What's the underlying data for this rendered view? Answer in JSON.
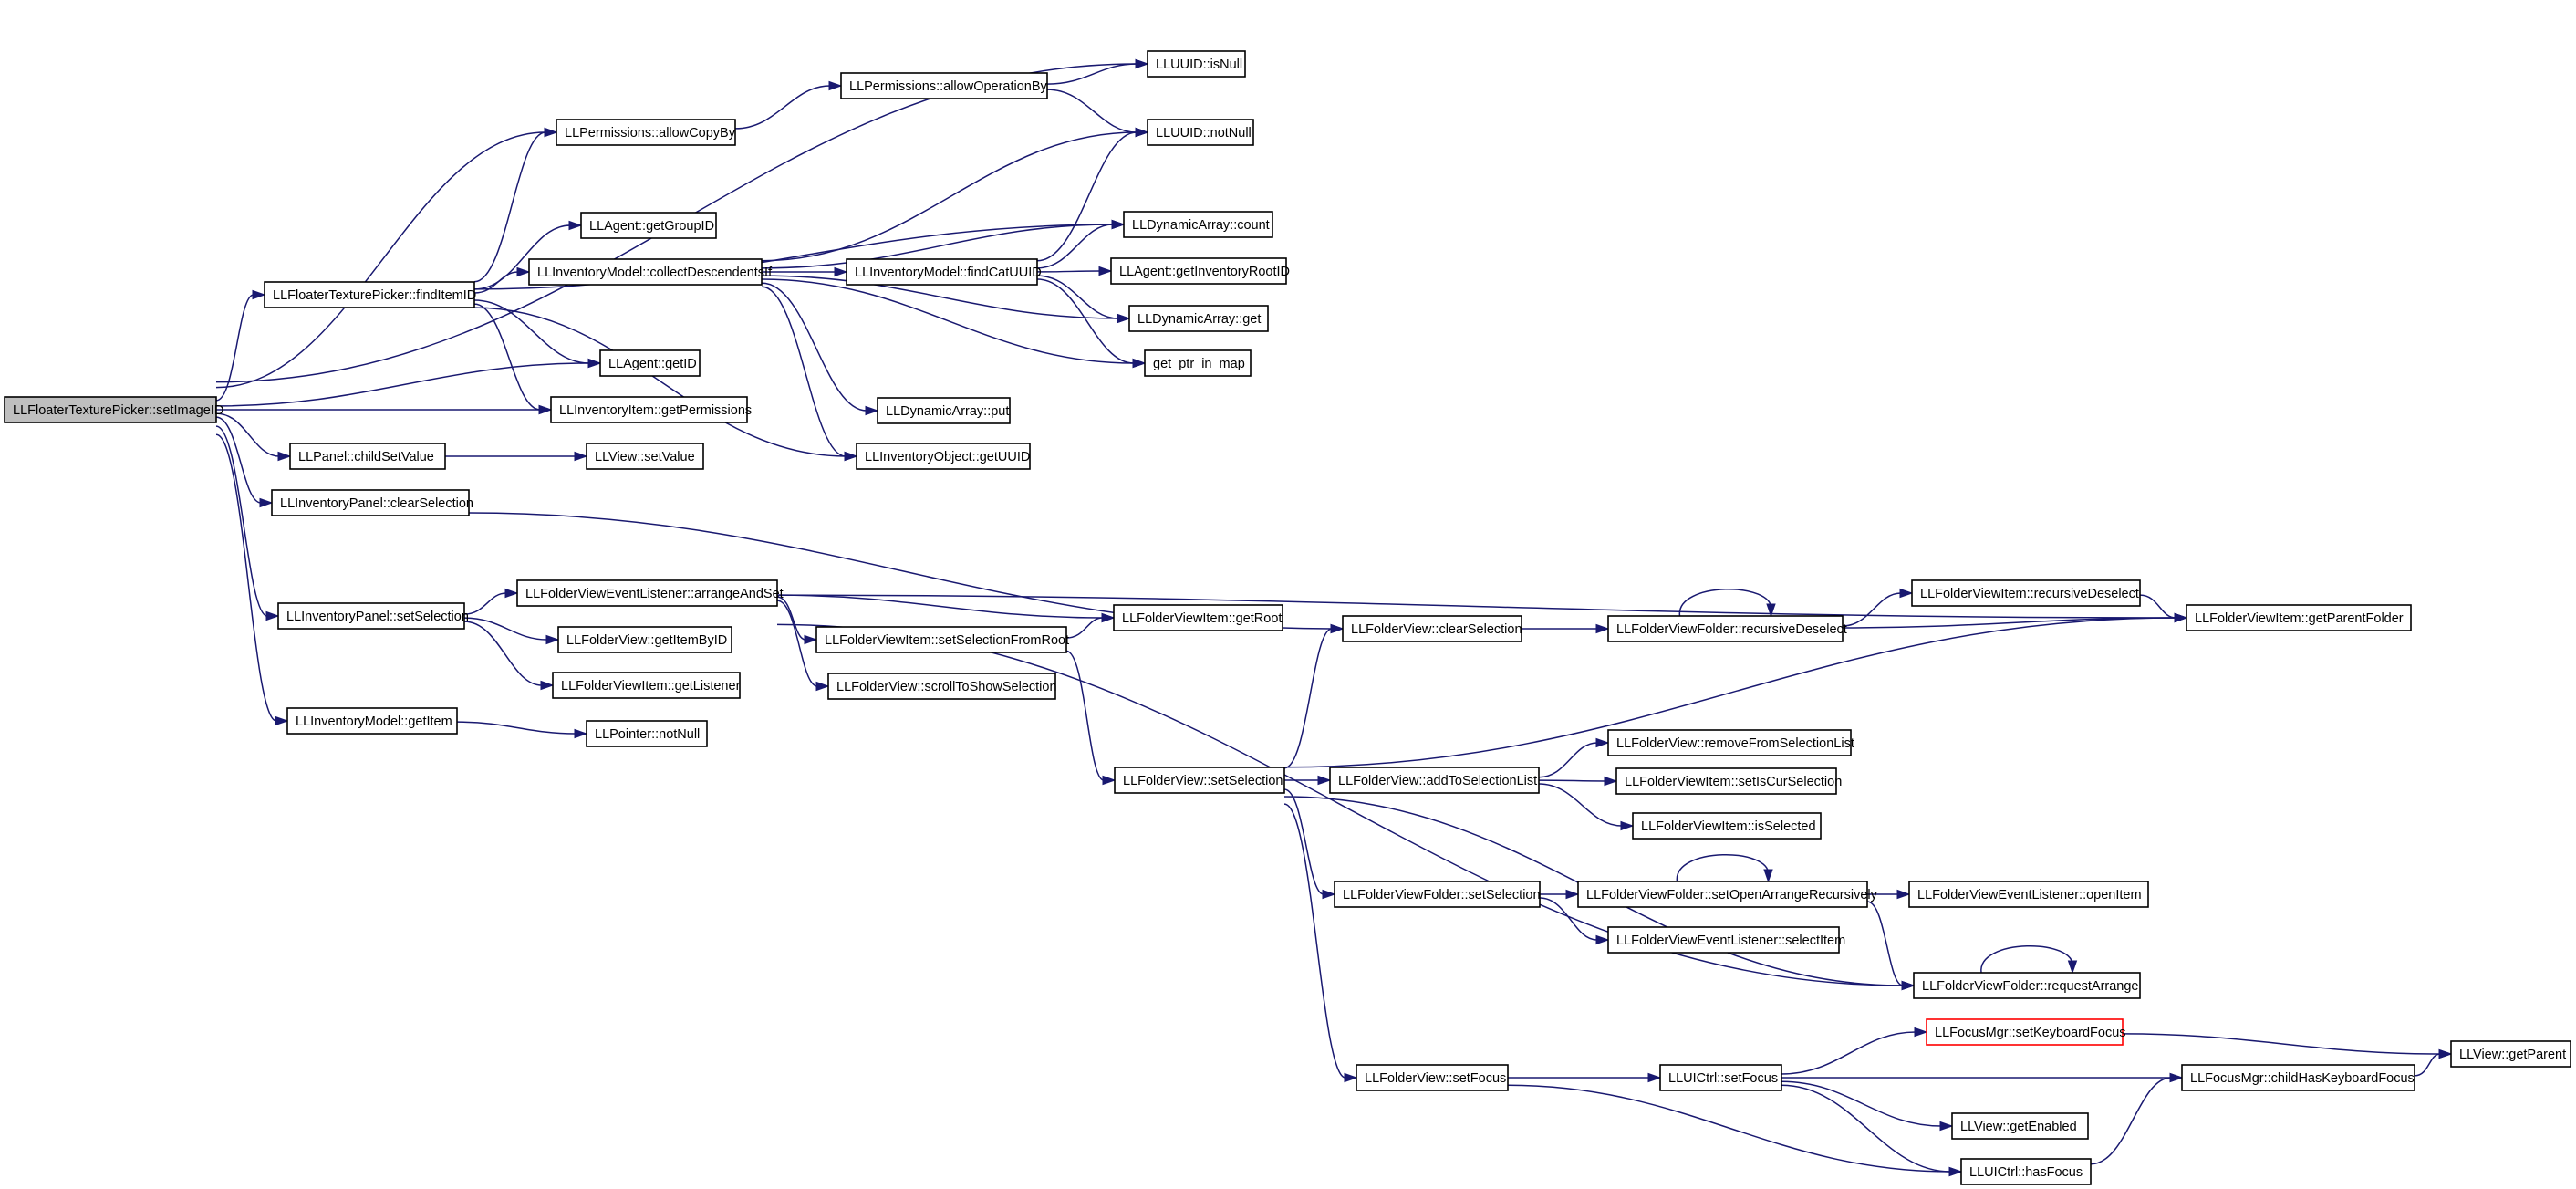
{
  "graph": {
    "edge_color": "#191970",
    "root_fill": "#bfbfbf",
    "highlight_stroke": "#ff0000",
    "nodes": [
      {
        "id": "setImageID",
        "label": "LLFloaterTexturePicker::setImageID",
        "root": true
      },
      {
        "id": "isNull",
        "label": "LLUUID::isNull"
      },
      {
        "id": "allowCopyBy",
        "label": "LLPermissions::allowCopyBy"
      },
      {
        "id": "allowOperationBy",
        "label": "LLPermissions::allowOperationBy"
      },
      {
        "id": "notNull_uuid",
        "label": "LLUUID::notNull"
      },
      {
        "id": "findItemID",
        "label": "LLFloaterTexturePicker::findItemID"
      },
      {
        "id": "getGroupID",
        "label": "LLAgent::getGroupID"
      },
      {
        "id": "collectDescendentsIf",
        "label": "LLInventoryModel::collectDescendentsIf"
      },
      {
        "id": "count",
        "label": "LLDynamicArray::count"
      },
      {
        "id": "findCatUUID",
        "label": "LLInventoryModel::findCatUUID"
      },
      {
        "id": "getInventoryRootID",
        "label": "LLAgent::getInventoryRootID"
      },
      {
        "id": "da_get",
        "label": "LLDynamicArray::get"
      },
      {
        "id": "get_ptr_in_map",
        "label": "get_ptr_in_map"
      },
      {
        "id": "getID",
        "label": "LLAgent::getID"
      },
      {
        "id": "getPermissions",
        "label": "LLInventoryItem::getPermissions"
      },
      {
        "id": "da_put",
        "label": "LLDynamicArray::put"
      },
      {
        "id": "childSetValue",
        "label": "LLPanel::childSetValue"
      },
      {
        "id": "setValue",
        "label": "LLView::setValue"
      },
      {
        "id": "getUUID",
        "label": "LLInventoryObject::getUUID"
      },
      {
        "id": "ip_clearSelection",
        "label": "LLInventoryPanel::clearSelection"
      },
      {
        "id": "ip_setSelection",
        "label": "LLInventoryPanel::setSelection"
      },
      {
        "id": "arrangeAndSet",
        "label": "LLFolderViewEventListener::arrangeAndSet"
      },
      {
        "id": "getItemByID",
        "label": "LLFolderView::getItemByID"
      },
      {
        "id": "getListener",
        "label": "LLFolderViewItem::getListener"
      },
      {
        "id": "setSelectionFromRoot",
        "label": "LLFolderViewItem::setSelectionFromRoot"
      },
      {
        "id": "scrollToShowSelection",
        "label": "LLFolderView::scrollToShowSelection"
      },
      {
        "id": "getRoot",
        "label": "LLFolderViewItem::getRoot"
      },
      {
        "id": "fv_clearSelection",
        "label": "LLFolderView::clearSelection"
      },
      {
        "id": "recursiveDeselect_folder",
        "label": "LLFolderViewFolder::recursiveDeselect"
      },
      {
        "id": "recursiveDeselect_item",
        "label": "LLFolderViewItem::recursiveDeselect"
      },
      {
        "id": "getParentFolder",
        "label": "LLFolderViewItem::getParentFolder"
      },
      {
        "id": "im_getItem",
        "label": "LLInventoryModel::getItem"
      },
      {
        "id": "pointer_notNull",
        "label": "LLPointer::notNull"
      },
      {
        "id": "fv_setSelection",
        "label": "LLFolderView::setSelection"
      },
      {
        "id": "addToSelectionList",
        "label": "LLFolderView::addToSelectionList"
      },
      {
        "id": "removeFromSelectionList",
        "label": "LLFolderView::removeFromSelectionList"
      },
      {
        "id": "setIsCurSelection",
        "label": "LLFolderViewItem::setIsCurSelection"
      },
      {
        "id": "isSelected",
        "label": "LLFolderViewItem::isSelected"
      },
      {
        "id": "fvf_setSelection",
        "label": "LLFolderViewFolder::setSelection"
      },
      {
        "id": "setOpenArrangeRecursively",
        "label": "LLFolderViewFolder::setOpenArrangeRecursively"
      },
      {
        "id": "openItem",
        "label": "LLFolderViewEventListener::openItem"
      },
      {
        "id": "selectItem",
        "label": "LLFolderViewEventListener::selectItem"
      },
      {
        "id": "requestArrange",
        "label": "LLFolderViewFolder::requestArrange"
      },
      {
        "id": "setKeyboardFocus",
        "label": "LLFocusMgr::setKeyboardFocus",
        "highlight": true
      },
      {
        "id": "getParent",
        "label": "LLView::getParent"
      },
      {
        "id": "fv_setFocus",
        "label": "LLFolderView::setFocus"
      },
      {
        "id": "uictrl_setFocus",
        "label": "LLUICtrl::setFocus"
      },
      {
        "id": "childHasKeyboardFocus",
        "label": "LLFocusMgr::childHasKeyboardFocus"
      },
      {
        "id": "getEnabled",
        "label": "LLView::getEnabled"
      },
      {
        "id": "hasFocus",
        "label": "LLUICtrl::hasFocus"
      }
    ],
    "edges": [
      [
        "setImageID",
        "isNull"
      ],
      [
        "setImageID",
        "allowCopyBy"
      ],
      [
        "setImageID",
        "findItemID"
      ],
      [
        "setImageID",
        "getID"
      ],
      [
        "setImageID",
        "getPermissions"
      ],
      [
        "setImageID",
        "childSetValue"
      ],
      [
        "setImageID",
        "ip_clearSelection"
      ],
      [
        "setImageID",
        "ip_setSelection"
      ],
      [
        "setImageID",
        "im_getItem"
      ],
      [
        "allowCopyBy",
        "allowOperationBy"
      ],
      [
        "allowOperationBy",
        "isNull"
      ],
      [
        "allowOperationBy",
        "notNull_uuid"
      ],
      [
        "findItemID",
        "allowCopyBy"
      ],
      [
        "findItemID",
        "count"
      ],
      [
        "findItemID",
        "getGroupID"
      ],
      [
        "findItemID",
        "collectDescendentsIf"
      ],
      [
        "findItemID",
        "getID"
      ],
      [
        "findItemID",
        "getPermissions"
      ],
      [
        "findItemID",
        "getUUID"
      ],
      [
        "collectDescendentsIf",
        "notNull_uuid"
      ],
      [
        "collectDescendentsIf",
        "count"
      ],
      [
        "collectDescendentsIf",
        "findCatUUID"
      ],
      [
        "collectDescendentsIf",
        "da_get"
      ],
      [
        "collectDescendentsIf",
        "get_ptr_in_map"
      ],
      [
        "collectDescendentsIf",
        "da_put"
      ],
      [
        "collectDescendentsIf",
        "getUUID"
      ],
      [
        "findCatUUID",
        "notNull_uuid"
      ],
      [
        "findCatUUID",
        "count"
      ],
      [
        "findCatUUID",
        "getInventoryRootID"
      ],
      [
        "findCatUUID",
        "da_get"
      ],
      [
        "findCatUUID",
        "get_ptr_in_map"
      ],
      [
        "childSetValue",
        "setValue"
      ],
      [
        "ip_clearSelection",
        "fv_clearSelection"
      ],
      [
        "ip_setSelection",
        "arrangeAndSet"
      ],
      [
        "ip_setSelection",
        "getItemByID"
      ],
      [
        "ip_setSelection",
        "getListener"
      ],
      [
        "arrangeAndSet",
        "getRoot"
      ],
      [
        "arrangeAndSet",
        "setSelectionFromRoot"
      ],
      [
        "arrangeAndSet",
        "scrollToShowSelection"
      ],
      [
        "arrangeAndSet",
        "getParentFolder"
      ],
      [
        "arrangeAndSet",
        "requestArrange"
      ],
      [
        "setSelectionFromRoot",
        "getRoot"
      ],
      [
        "setSelectionFromRoot",
        "fv_setSelection"
      ],
      [
        "fv_clearSelection",
        "recursiveDeselect_folder"
      ],
      [
        "recursiveDeselect_folder",
        "recursiveDeselect_folder"
      ],
      [
        "recursiveDeselect_folder",
        "recursiveDeselect_item"
      ],
      [
        "recursiveDeselect_folder",
        "getParentFolder"
      ],
      [
        "recursiveDeselect_item",
        "getParentFolder"
      ],
      [
        "im_getItem",
        "pointer_notNull"
      ],
      [
        "fv_setSelection",
        "fv_clearSelection"
      ],
      [
        "fv_setSelection",
        "getParentFolder"
      ],
      [
        "fv_setSelection",
        "addToSelectionList"
      ],
      [
        "fv_setSelection",
        "fvf_setSelection"
      ],
      [
        "fv_setSelection",
        "requestArrange"
      ],
      [
        "fv_setSelection",
        "fv_setFocus"
      ],
      [
        "addToSelectionList",
        "removeFromSelectionList"
      ],
      [
        "addToSelectionList",
        "setIsCurSelection"
      ],
      [
        "addToSelectionList",
        "isSelected"
      ],
      [
        "fvf_setSelection",
        "setOpenArrangeRecursively"
      ],
      [
        "fvf_setSelection",
        "selectItem"
      ],
      [
        "setOpenArrangeRecursively",
        "setOpenArrangeRecursively"
      ],
      [
        "setOpenArrangeRecursively",
        "openItem"
      ],
      [
        "setOpenArrangeRecursively",
        "requestArrange"
      ],
      [
        "requestArrange",
        "requestArrange"
      ],
      [
        "setKeyboardFocus",
        "getParent"
      ],
      [
        "fv_setFocus",
        "uictrl_setFocus"
      ],
      [
        "fv_setFocus",
        "hasFocus"
      ],
      [
        "uictrl_setFocus",
        "setKeyboardFocus"
      ],
      [
        "uictrl_setFocus",
        "childHasKeyboardFocus"
      ],
      [
        "uictrl_setFocus",
        "getEnabled"
      ],
      [
        "uictrl_setFocus",
        "hasFocus"
      ],
      [
        "childHasKeyboardFocus",
        "getParent"
      ],
      [
        "hasFocus",
        "childHasKeyboardFocus"
      ]
    ]
  }
}
